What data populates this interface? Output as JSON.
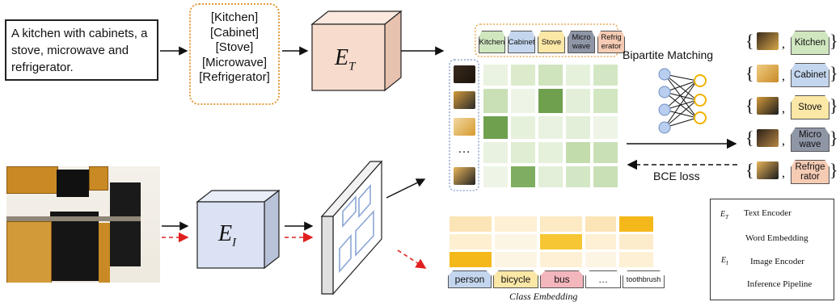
{
  "sentence": "A kitchen with cabinets, a stove, microwave and refrigerator.",
  "tags": [
    "[Kitchen]",
    "[Cabinet]",
    "[Stove]",
    "[Microwave]",
    "[Refrigerator]"
  ],
  "text_encoder_label": "E",
  "text_encoder_sub": "T",
  "image_encoder_label": "E",
  "image_encoder_sub": "I",
  "class_pills": [
    {
      "label": "Kitchen",
      "color": "#cfe6bf"
    },
    {
      "label": "Cabinet",
      "color": "#c4d6ee"
    },
    {
      "label": "Stove",
      "color": "#fbe7a6"
    },
    {
      "label": "Micro wave",
      "color": "#8f96a6"
    },
    {
      "label": "Refrig erator",
      "color": "#f6cbb4"
    }
  ],
  "ellipsis": "…",
  "matching_label": "Bipartite Matching",
  "bce_label": "BCE loss",
  "matched_pairs": [
    {
      "label": "Kitchen",
      "color": "#cfe6bf"
    },
    {
      "label": "Cabinet",
      "color": "#c4d6ee"
    },
    {
      "label": "Stove",
      "color": "#fbe7a6"
    },
    {
      "label": "Micro wave",
      "color": "#8f96a6"
    },
    {
      "label": "Refrige rator",
      "color": "#f6cbb4"
    }
  ],
  "pair_open": "{",
  "pair_comma": ",",
  "pair_close": "}",
  "class_words": [
    {
      "label": "person",
      "color": "#c4d6ee"
    },
    {
      "label": "bicycle",
      "color": "#fbe7a6"
    },
    {
      "label": "bus",
      "color": "#f4b6bd"
    },
    {
      "label": "…",
      "color": "#ffffff"
    },
    {
      "label": "toothbrush",
      "color": "#ffffff"
    }
  ],
  "class_embedding_caption": "Class Embedding",
  "legend": {
    "text_encoder": "Text Encoder",
    "word_embedding": "Word Embedding",
    "image_encoder": "Image Encoder",
    "inference": "Inference Pipeline"
  },
  "colors": {
    "text_encoder": "#f7dccd",
    "image_encoder": "#dbe2f3",
    "inference_arrow": "#e02020",
    "matrix_green": "#6ea04e",
    "embed_yellow": "#f5b81a"
  }
}
